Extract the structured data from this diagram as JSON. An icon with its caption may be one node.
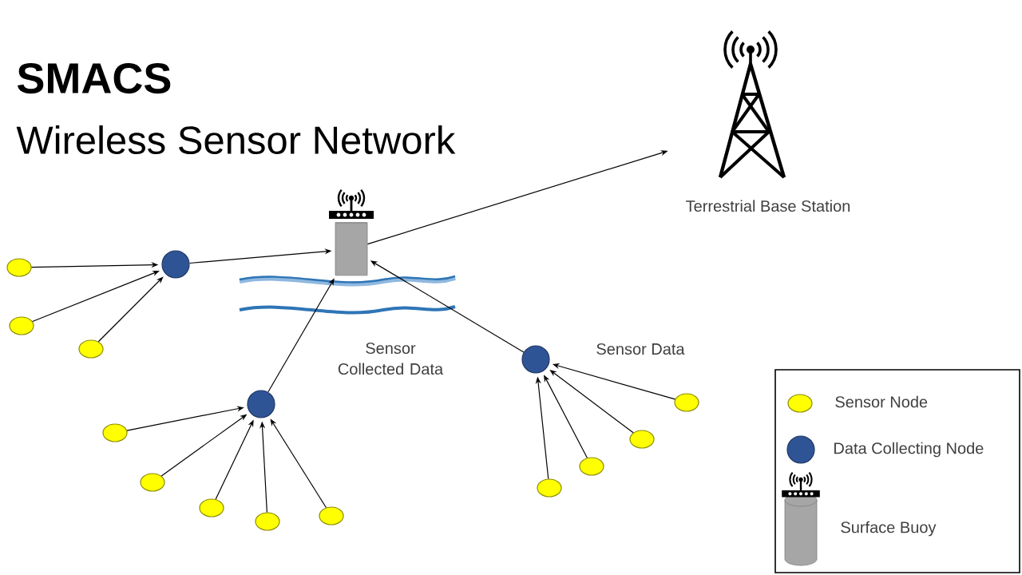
{
  "diagram": {
    "title": "SMACS",
    "nodes": [
      {
        "text": [
          "Terrestrial Base Station"
        ]
      },
      {
        "text": [],
        "shape": "cylinder"
      },
      {
        "text": [],
        "shape": "circle"
      },
      {
        "text": [],
        "shape": "circle"
      },
      {
        "text": [],
        "shape": "circle"
      },
      {
        "text": [],
        "shape": "circle"
      },
      {
        "text": [],
        "shape": "circle"
      },
      {
        "text": [],
        "shape": "circle"
      },
      {
        "text": [],
        "shape": "circle"
      },
      {
        "text": [],
        "shape": "circle"
      },
      {
        "text": [],
        "shape": "circle"
      },
      {
        "text": [],
        "shape": "circle"
      },
      {
        "text": [],
        "shape": "circle"
      },
      {
        "text": [],
        "shape": "circle"
      },
      {
        "text": [],
        "shape": "circle"
      },
      {
        "text": [],
        "shape": "circle"
      },
      {
        "text": [],
        "shape": "circle"
      }
    ],
    "edges": [
      {
        "from": 1,
        "to": 0,
        "arrow": "to"
      },
      {
        "from": 2,
        "to": 1,
        "arrow": "to"
      },
      {
        "from": 3,
        "to": 1,
        "arrow": "to"
      },
      {
        "from": 4,
        "to": 1,
        "arrow": "to"
      },
      {
        "from": 5,
        "to": 2,
        "arrow": "to"
      },
      {
        "from": 6,
        "to": 2,
        "arrow": "to"
      },
      {
        "from": 7,
        "to": 2,
        "arrow": "to"
      },
      {
        "from": 8,
        "to": 3,
        "arrow": "to"
      },
      {
        "from": 9,
        "to": 3,
        "arrow": "to"
      },
      {
        "from": 10,
        "to": 3,
        "arrow": "to"
      },
      {
        "from": 11,
        "to": 3,
        "arrow": "to"
      },
      {
        "from": 12,
        "to": 3,
        "arrow": "to"
      },
      {
        "from": 13,
        "to": 4,
        "arrow": "to"
      },
      {
        "from": 14,
        "to": 4,
        "arrow": "to"
      },
      {
        "from": 15,
        "to": 4,
        "arrow": "to"
      },
      {
        "from": 16,
        "to": 4,
        "arrow": "to"
      }
    ],
    "labels": [
      "Wireless Sensor Network",
      "Sensor Collected Data",
      "Sensor Data"
    ],
    "legend": [
      {
        "text": "Sensor Node",
        "color": "#ffff00"
      },
      {
        "text": "Data Collecting Node",
        "color": "#2f5496"
      },
      {
        "text": "Surface Buoy"
      }
    ]
  }
}
